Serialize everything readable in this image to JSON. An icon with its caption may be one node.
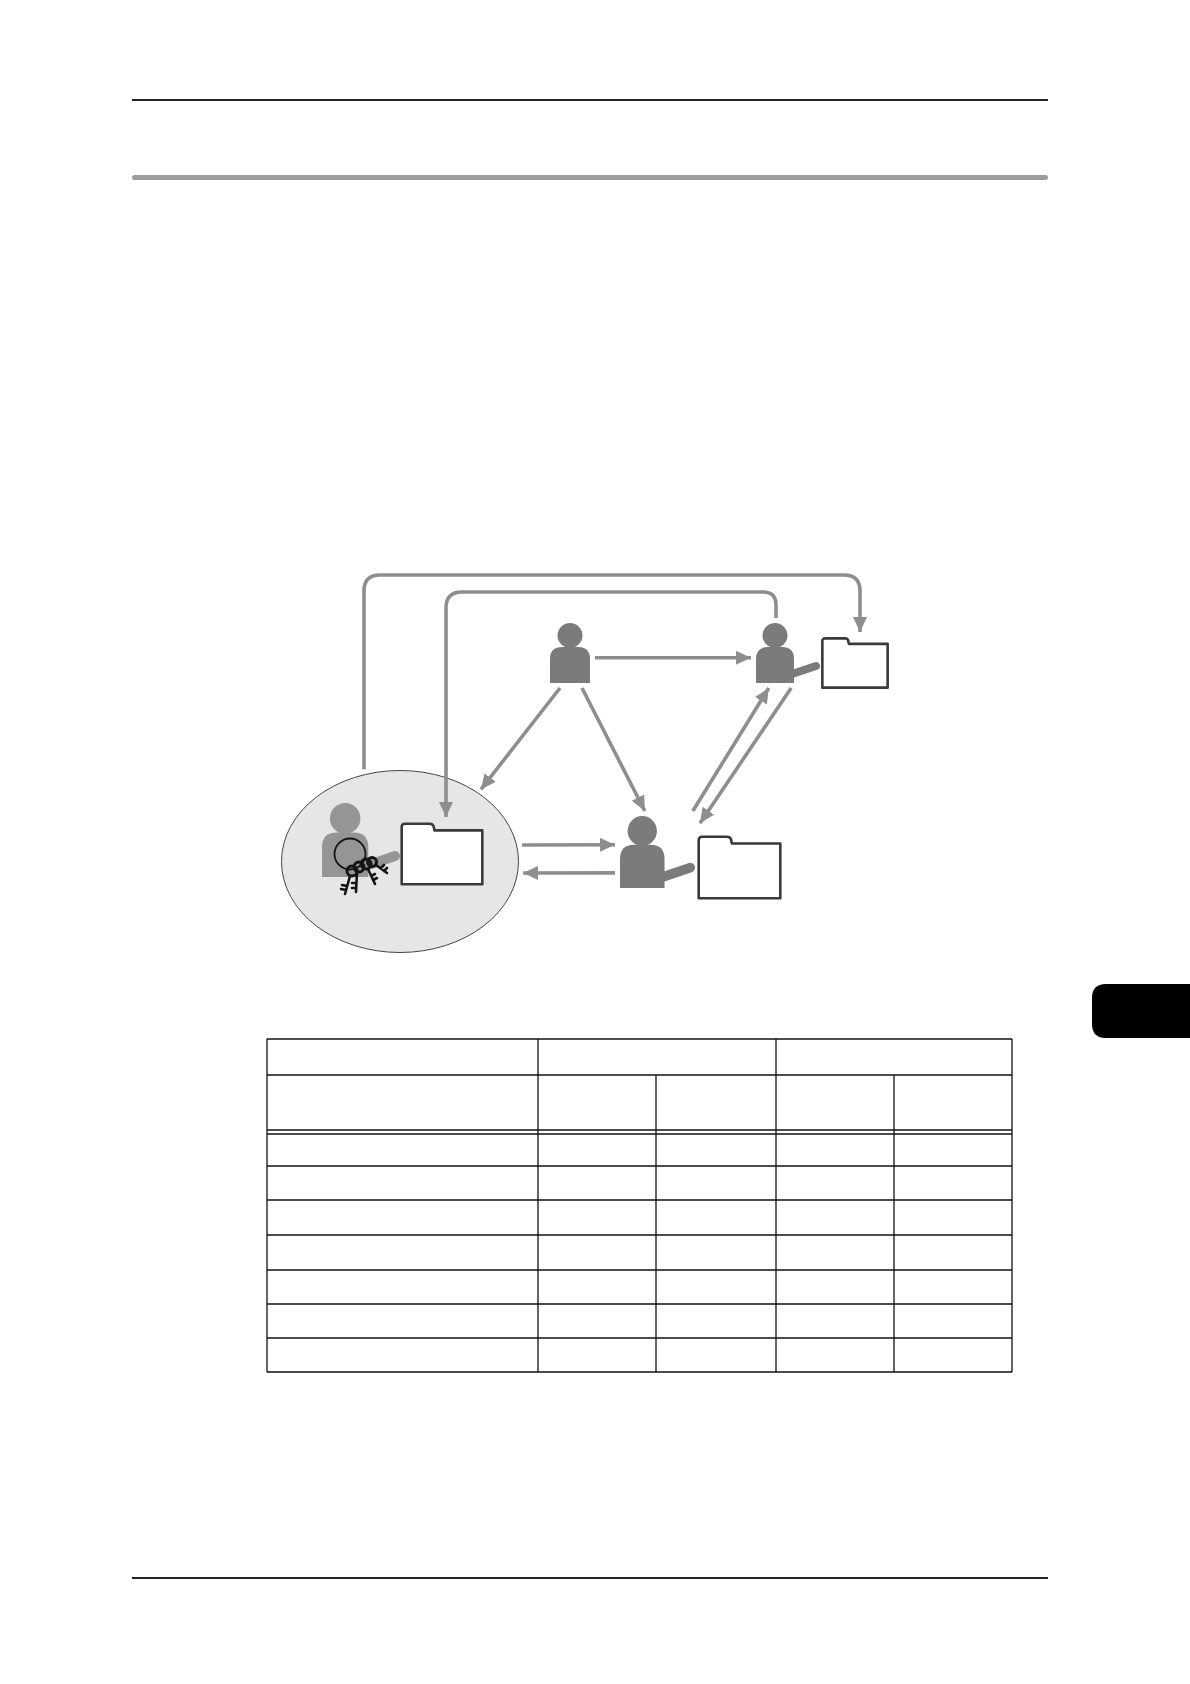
{
  "diagram": {
    "nodes": [
      {
        "text": [],
        "shape": "person"
      },
      {
        "text": [],
        "shape": "person"
      },
      {
        "text": [],
        "shape": "folder"
      },
      {
        "text": [],
        "shape": "ellipse"
      },
      {
        "text": [],
        "shape": "person",
        "in": 3
      },
      {
        "text": [],
        "shape": "folder",
        "in": 3
      },
      {
        "text": [],
        "shape": "person"
      },
      {
        "text": [],
        "shape": "folder"
      },
      {
        "text": [],
        "shape": "tab"
      }
    ],
    "edges": [
      {
        "from": 3,
        "to": 2,
        "arrow": "to"
      },
      {
        "from": 1,
        "to": 5,
        "arrow": "to"
      },
      {
        "from": 0,
        "to": 1,
        "arrow": "to"
      },
      {
        "from": 0,
        "to": 3,
        "arrow": "to"
      },
      {
        "from": 0,
        "to": 6,
        "arrow": "to"
      },
      {
        "from": 6,
        "to": 1,
        "arrow": "to"
      },
      {
        "from": 1,
        "to": 6,
        "arrow": "to"
      },
      {
        "from": 3,
        "to": 6,
        "arrow": "to"
      },
      {
        "from": 6,
        "to": 3,
        "arrow": "to"
      }
    ]
  }
}
